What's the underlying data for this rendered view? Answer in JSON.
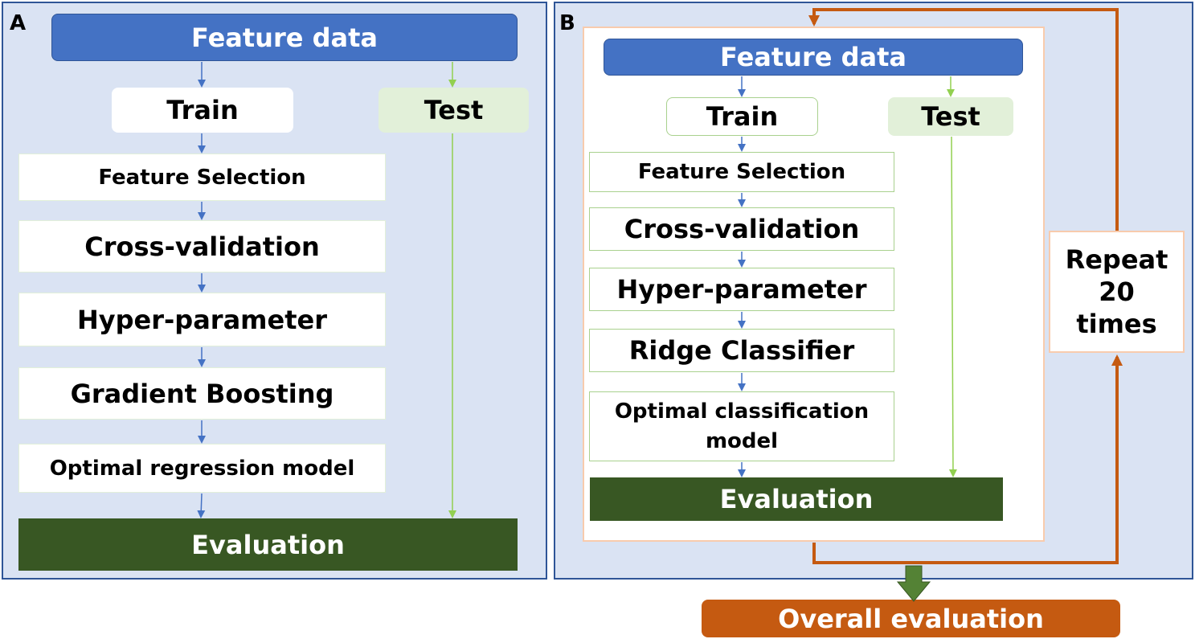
{
  "panel_a": {
    "label": "A",
    "feature_data": "Feature data",
    "train": "Train",
    "test": "Test",
    "steps": [
      "Feature Selection",
      "Cross-validation",
      "Hyper-parameter",
      "Gradient Boosting",
      "Optimal regression model"
    ],
    "evaluation": "Evaluation"
  },
  "panel_b": {
    "label": "B",
    "feature_data": "Feature data",
    "train": "Train",
    "test": "Test",
    "steps": [
      "Feature Selection",
      "Cross-validation",
      "Hyper-parameter",
      "Ridge Classifier"
    ],
    "optimal_line1": "Optimal classification",
    "optimal_line2": "model",
    "evaluation": "Evaluation",
    "repeat": [
      "Repeat",
      "20",
      "times"
    ]
  },
  "overall_evaluation": "Overall evaluation",
  "colors": {
    "panel_fill": "#dae3f3",
    "panel_border": "#2f5597",
    "feature_blue": "#4472c4",
    "test_green": "#e2f0d9",
    "eval_green": "#385723",
    "loop_orange": "#c55a11",
    "inner_border": "#f8cbad"
  }
}
